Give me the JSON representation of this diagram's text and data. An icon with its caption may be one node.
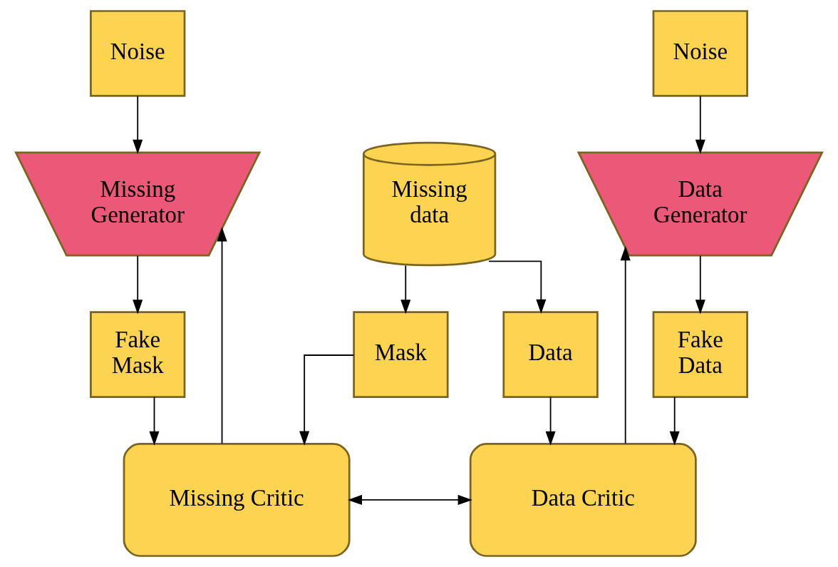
{
  "diagram": {
    "nodes": [
      {
        "text": [
          "Noise"
        ]
      },
      {
        "text": [
          "Missing Generator"
        ]
      },
      {
        "text": [
          "Fake Mask"
        ]
      },
      {
        "text": [
          "Missing Critic"
        ]
      },
      {
        "text": [
          "Noise"
        ]
      },
      {
        "text": [
          "Data Generator"
        ]
      },
      {
        "text": [
          "Fake Data"
        ]
      },
      {
        "text": [
          "Data Critic"
        ]
      },
      {
        "text": [
          "Missing data"
        ]
      },
      {
        "text": [
          "Data"
        ]
      },
      {
        "text": [
          "Mask"
        ]
      }
    ],
    "edges": [
      {
        "from": 0,
        "to": 1,
        "arrow": "to"
      },
      {
        "from": 1,
        "to": 2,
        "arrow": "to"
      },
      {
        "from": 2,
        "to": 3,
        "arrow": "to"
      },
      {
        "from": 3,
        "to": 1,
        "arrow": "to"
      },
      {
        "from": 3,
        "to": 7,
        "arrow": "both"
      },
      {
        "from": 4,
        "to": 5,
        "arrow": "to"
      },
      {
        "from": 5,
        "to": 6,
        "arrow": "to"
      },
      {
        "from": 6,
        "to": 7,
        "arrow": "to"
      },
      {
        "from": 7,
        "to": 5,
        "arrow": "to"
      },
      {
        "from": 8,
        "to": 9,
        "arrow": "to"
      },
      {
        "from": 8,
        "to": 10,
        "arrow": "to"
      },
      {
        "from": 9,
        "to": 7,
        "arrow": "to"
      },
      {
        "from": 10,
        "to": 3,
        "arrow": "to"
      }
    ]
  }
}
